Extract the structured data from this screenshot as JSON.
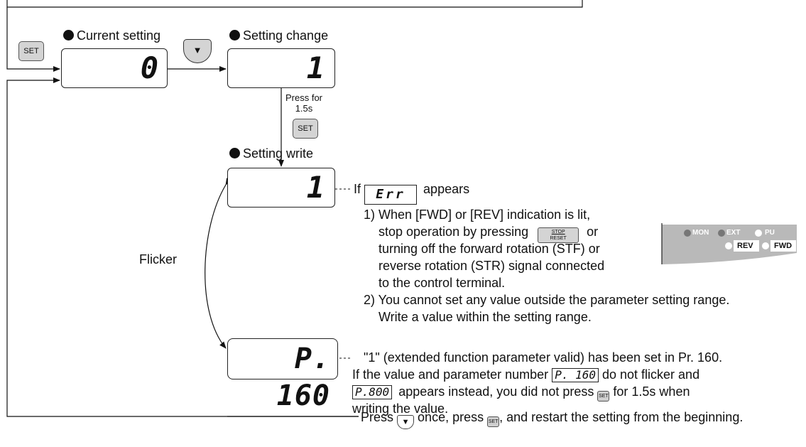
{
  "steps": {
    "current_label": "Current setting",
    "current_value": "0",
    "change_label": "Setting change",
    "change_value": "1",
    "write_label": "Setting write",
    "write_value": "1",
    "final_value": "P. 160",
    "press_for": "Press for",
    "press_time": "1.5s",
    "flicker": "Flicker"
  },
  "buttons": {
    "set": "SET",
    "down_arrow": "▼",
    "stop_top": "STOP",
    "stop_bottom": "RESET"
  },
  "error": {
    "if_text": "If",
    "err_display": "Err",
    "appears": "appears",
    "line1": "1) When [FWD] or [REV] indication is lit,",
    "line2a": "stop operation by pressing",
    "line2b": "or",
    "line3": "turning off the forward rotation (STF) or",
    "line4": "reverse rotation (STR) signal connected",
    "line5": "to the control terminal.",
    "line6": "2) You cannot set any value outside the parameter setting range.",
    "line7": "Write a value within the setting range."
  },
  "final_note": {
    "line1": "\"1\" (extended function parameter valid) has been set in Pr. 160.",
    "line2a": "If the value and parameter number",
    "line2_box": "P. 160",
    "line2b": "do not flicker  and",
    "line3_box": "P.800",
    "line3a": "appears instead, you did not press",
    "line3b": "for 1.5s when",
    "line4": "writing the value."
  },
  "bottom_note": {
    "press": "Press",
    "once_press": "once, press",
    "restart": ", and restart the setting from the beginning."
  },
  "panel": {
    "mon": "MON",
    "ext": "EXT",
    "pu": "PU",
    "rev": "REV",
    "fwd": "FWD"
  }
}
